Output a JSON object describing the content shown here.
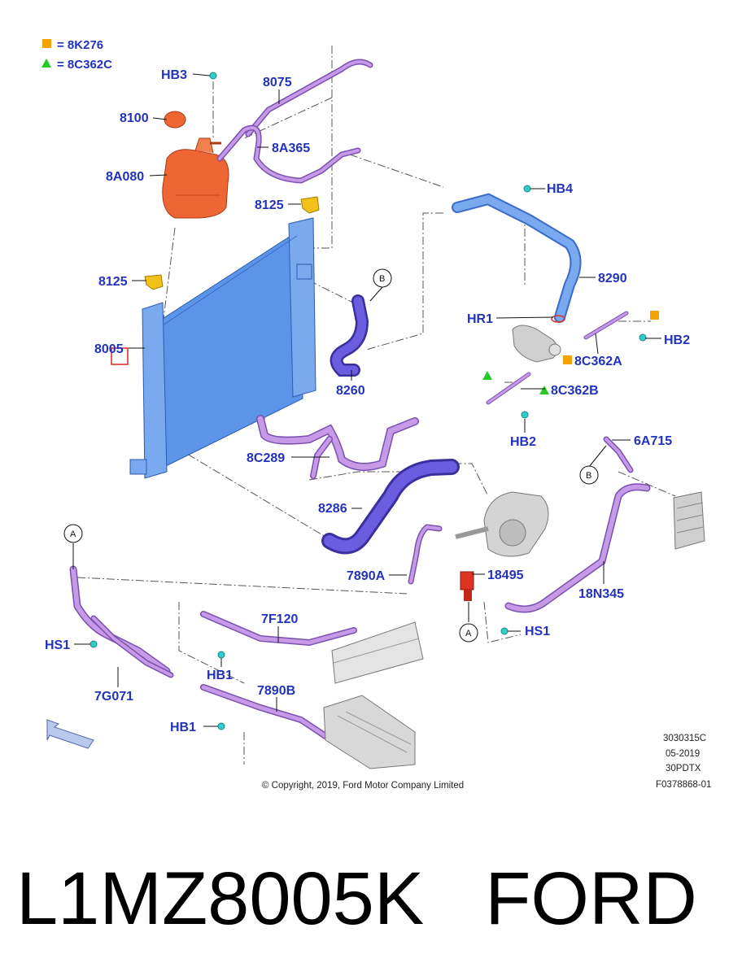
{
  "legend": [
    {
      "symbol": "square",
      "color": "#f5a300",
      "text": "= 8K276"
    },
    {
      "symbol": "triangle",
      "color": "#22cc22",
      "text": "= 8C362C"
    }
  ],
  "labels": {
    "hb3": "HB3",
    "p8075": "8075",
    "p8100": "8100",
    "p8a365": "8A365",
    "p8a080": "8A080",
    "p8125_top": "8125",
    "p8125_left": "8125",
    "hb4": "HB4",
    "p8290": "8290",
    "hr1": "HR1",
    "hb2_right": "HB2",
    "p8c362a": "8C362A",
    "p8c362b": "8C362B",
    "hb2_bottom": "HB2",
    "p8005": "8005",
    "p8260": "8260",
    "p8c289": "8C289",
    "p8286": "8286",
    "p6a715": "6A715",
    "p7890a": "7890A",
    "p18495": "18495",
    "p18n345": "18N345",
    "hs1_right": "HS1",
    "hs1_left": "HS1",
    "p7f120": "7F120",
    "hb1_upper": "HB1",
    "p7g071": "7G071",
    "p7890b": "7890B",
    "hb1_lower": "HB1"
  },
  "bubbles": {
    "a_left": "A",
    "a_right": "A",
    "b_top": "B",
    "b_right": "B"
  },
  "meta": {
    "code": "3030315C",
    "date": "05-2019",
    "variant": "30PDTX",
    "figure": "F0378868-01",
    "copyright": "© Copyright, 2019, Ford Motor Company Limited"
  },
  "part_number": "L1MZ8005K",
  "brand": "FORD",
  "colors": {
    "label": "#2233bb",
    "hose": "#b97fe0",
    "hose_dark": "#7a4fb0",
    "blue_hose": "#5566dd",
    "radiator": "#5c95e8",
    "reservoir": "#ee6633",
    "connector_blue": "#6aa0ee",
    "clip_cyan": "#33cccc",
    "sensor_red": "#dd3322",
    "bracket_yellow": "#f2c21a"
  }
}
